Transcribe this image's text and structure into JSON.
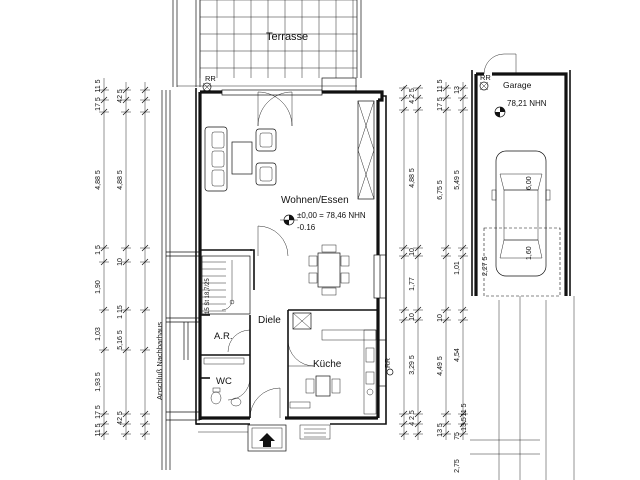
{
  "rooms": {
    "terrace": "Terrasse",
    "living": "Wohnen/Essen",
    "hall": "Diele",
    "kitchen": "Küche",
    "storage": "A.R.",
    "wc": "WC",
    "garage": "Garage"
  },
  "levels": {
    "ground": "±0,00 = 78,46 NHN",
    "ground_offset": "-0.16",
    "garage": "78,21 NHN"
  },
  "markers": {
    "rr_top": "RR",
    "rr_right": "RR",
    "rr_garage": "RR",
    "neighbour": "Anschluß Nachbarhaus",
    "stair": "15 St 18,7/25"
  },
  "dims_left_outer": [
    "11 5",
    "17 5",
    "4,88 5",
    "1 5",
    "1,90",
    "1,03",
    "1,93 5",
    "17 5",
    "11 5"
  ],
  "dims_left_inner": [
    "42 5",
    "4,88 5",
    "10",
    "1 15",
    "5,16 5",
    "42 5"
  ],
  "dims_mid": [
    "4 2 5",
    "4,88 5",
    "10",
    "1,77",
    "10",
    "3,29 5",
    "4 2 5"
  ],
  "dims_right1": [
    "11 5",
    "17 5",
    "6,75 5",
    "10",
    "4,49 5",
    "13 5"
  ],
  "dims_right2": [
    "13",
    "5,49 5",
    "1,01",
    "75",
    "4,54",
    "2,75"
  ],
  "dims_garage": [
    "6,00",
    "2,27 5",
    "1,60"
  ],
  "dims_bottom_right": [
    "11 5",
    "13 5"
  ]
}
